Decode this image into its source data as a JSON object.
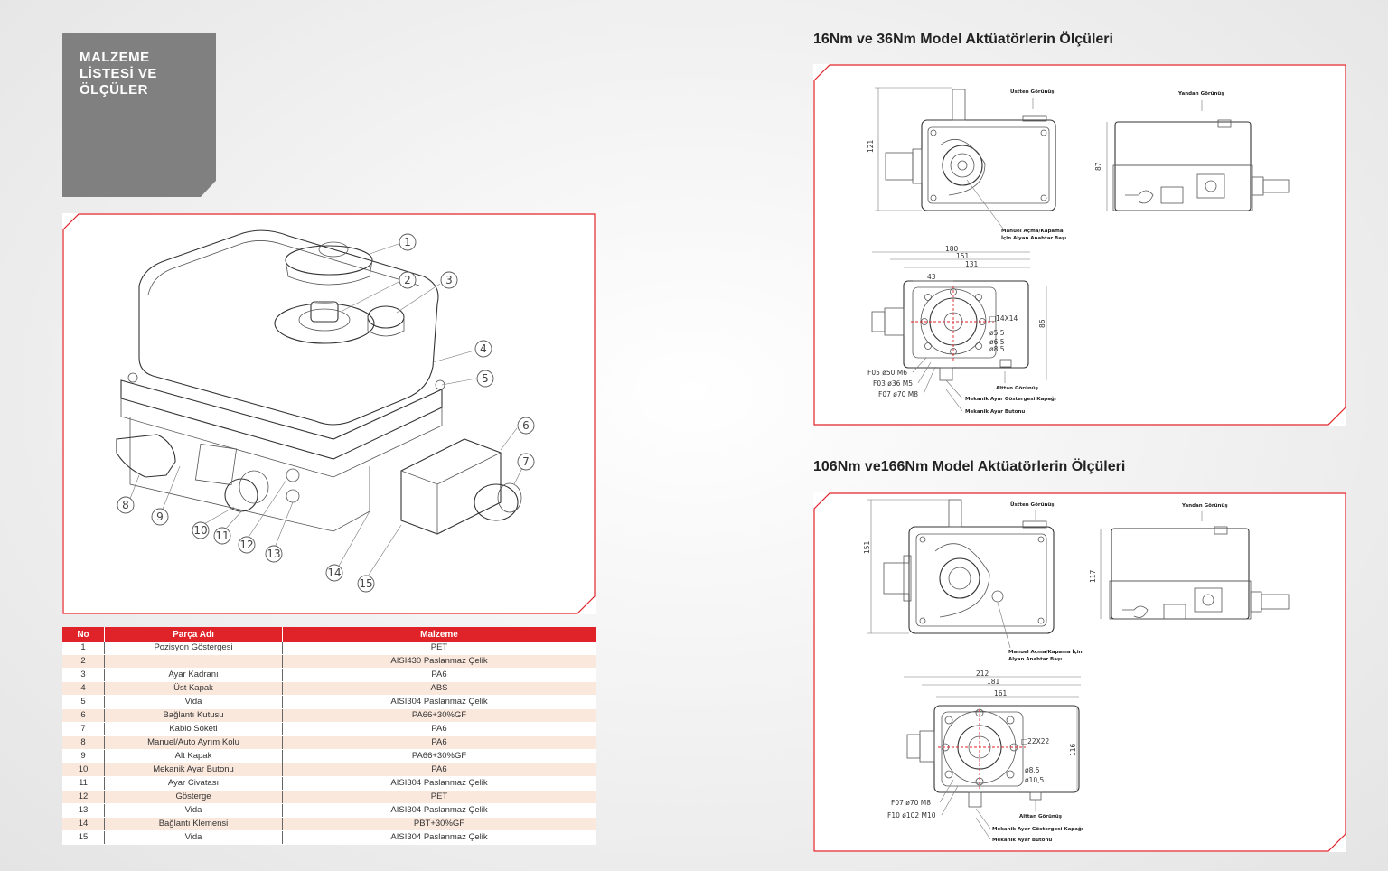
{
  "section_title": "MALZEME\nLİSTESİ VE\nÖLÇÜLER",
  "callouts": [
    "1",
    "2",
    "3",
    "4",
    "5",
    "6",
    "7",
    "8",
    "9",
    "10",
    "11",
    "12",
    "13",
    "14",
    "15"
  ],
  "table": {
    "headers": [
      "No",
      "Parça Adı",
      "Malzeme"
    ],
    "rows": [
      {
        "no": "1",
        "name": "Pozisyon Göstergesi",
        "material": "PET"
      },
      {
        "no": "2",
        "name": "",
        "material": "AISI430 Paslanmaz Çelik"
      },
      {
        "no": "3",
        "name": "Ayar Kadranı",
        "material": "PA6"
      },
      {
        "no": "4",
        "name": "Üst Kapak",
        "material": "ABS"
      },
      {
        "no": "5",
        "name": "Vida",
        "material": "AISI304 Paslanmaz Çelik"
      },
      {
        "no": "6",
        "name": "Bağlantı Kutusu",
        "material": "PA66+30%GF"
      },
      {
        "no": "7",
        "name": "Kablo Soketi",
        "material": "PA6"
      },
      {
        "no": "8",
        "name": "Manuel/Auto Ayrım Kolu",
        "material": "PA6"
      },
      {
        "no": "9",
        "name": "Alt Kapak",
        "material": "PA66+30%GF"
      },
      {
        "no": "10",
        "name": "Mekanik Ayar Butonu",
        "material": "PA6"
      },
      {
        "no": "11",
        "name": "Ayar Civatası",
        "material": "AISI304 Paslanmaz Çelik"
      },
      {
        "no": "12",
        "name": "Gösterge",
        "material": "PET"
      },
      {
        "no": "13",
        "name": "Vida",
        "material": "AISI304 Paslanmaz Çelik"
      },
      {
        "no": "14",
        "name": "Bağlantı Klemensi",
        "material": "PBT+30%GF"
      },
      {
        "no": "15",
        "name": "Vida",
        "material": "AISI304 Paslanmaz Çelik"
      }
    ]
  },
  "drawing1": {
    "heading": "16Nm ve 36Nm Model Aktüatörlerin Ölçüleri",
    "top_view": "Üstten Görünüş",
    "side_view": "Yandan Görünüş",
    "bottom_view": "Alttan Görünüş",
    "hex_key_note_1": "Manuel Açma/Kapama",
    "hex_key_note_2": "İçin Alyan Anahtar Başı",
    "cover_note": "Mekanik Ayar Göstergesi Kapağı",
    "button_note": "Mekanik Ayar Butonu",
    "dim_height": "121",
    "dim_side": "87",
    "dim_180": "180",
    "dim_151": "151",
    "dim_131": "131",
    "dim_43": "43",
    "dim_86": "86",
    "square": "□14X14",
    "d55": "ø5,5",
    "d65": "ø6,5",
    "d85": "ø8,5",
    "f05": "F05 ø50 M6",
    "f03": "F03 ø36 M5",
    "f07": "F07 ø70 M8"
  },
  "drawing2": {
    "heading": "106Nm ve166Nm Model Aktüatörlerin Ölçüleri",
    "top_view": "Üstten Görünüş",
    "side_view": "Yandan Görünüş",
    "bottom_view": "Alttan Görünüş",
    "hex_key_note_1": "Manuel Açma/Kapama İçin",
    "hex_key_note_2": "Alyan Anahtar Başı",
    "cover_note": "Mekanik Ayar Göstergesi Kapağı",
    "button_note": "Mekanik Ayar Butonu",
    "dim_height": "151",
    "dim_side": "117",
    "dim_212": "212",
    "dim_181": "181",
    "dim_161": "161",
    "dim_116": "116",
    "square": "□22X22",
    "d85": "ø8,5",
    "d105": "ø10,5",
    "f07": "F07 ø70 M8",
    "f10": "F10 ø102 M10"
  }
}
